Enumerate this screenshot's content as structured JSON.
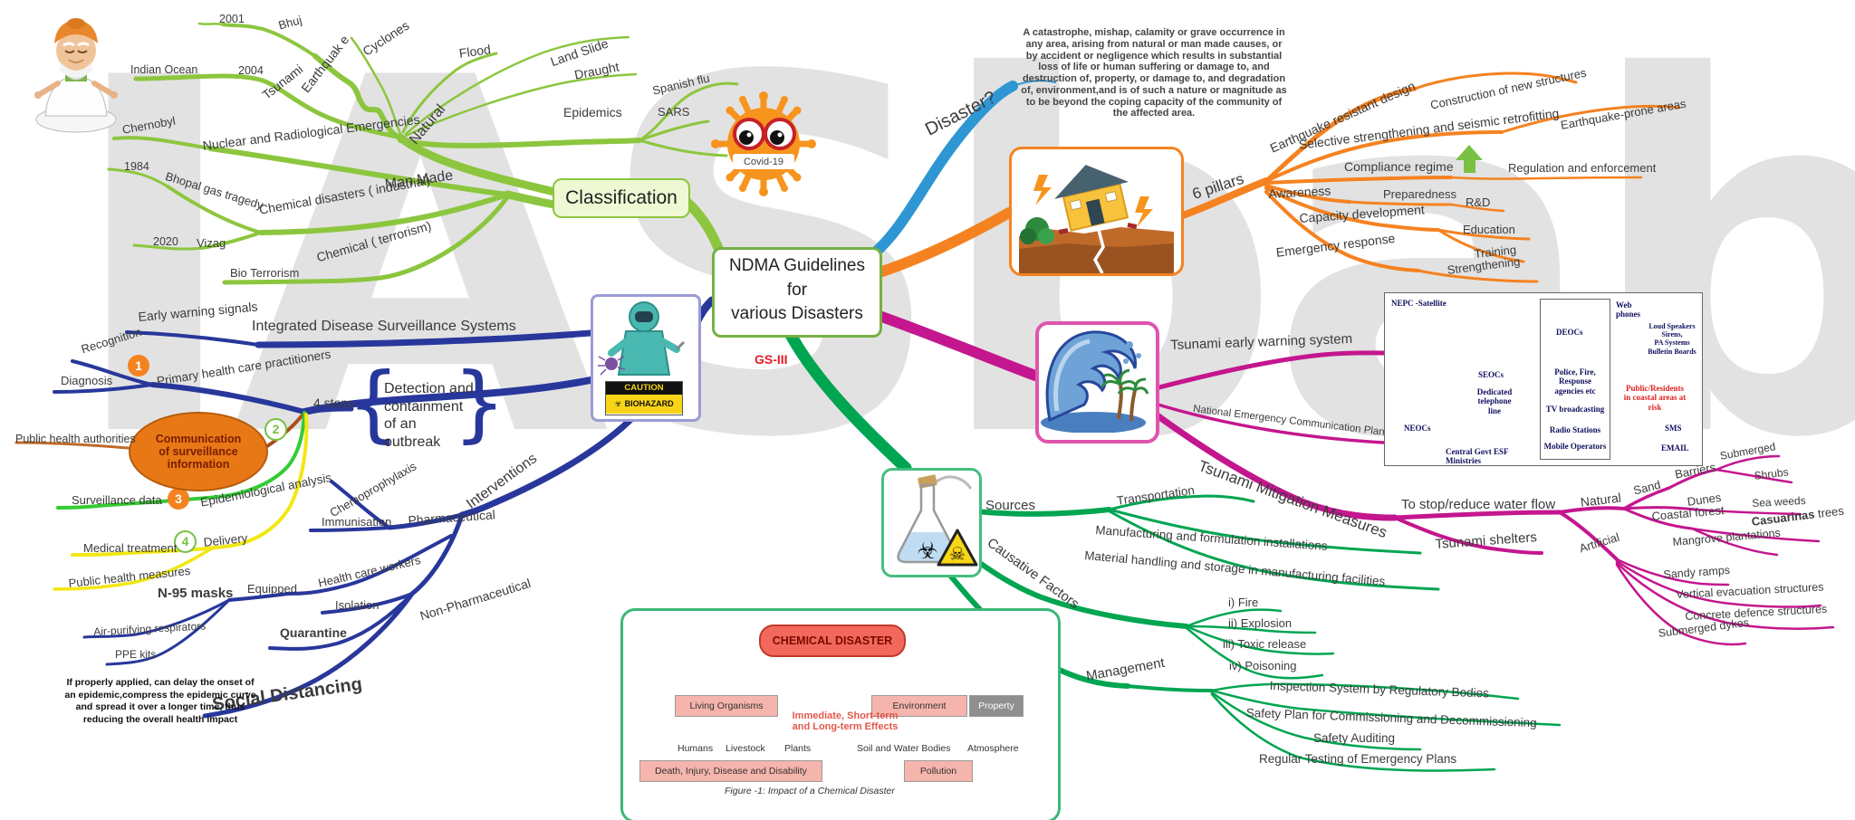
{
  "watermark": "IASbaba",
  "center": {
    "title": "NDMA Guidelines\nfor\nvarious Disasters",
    "tag": "GS-III"
  },
  "classification": {
    "label": "Classification",
    "natural": "Natural",
    "man_made": "Man Made"
  },
  "covid": {
    "label": "Covid-19"
  },
  "natural_branch": {
    "y2001": "2001",
    "bhuj": "Bhuj",
    "earthquake": "Earthquak e",
    "cyclones": "Cyclones",
    "flood": "Flood",
    "land_slide": "Land Slide",
    "draught": "Draught",
    "spanish_flu": "Spanish flu",
    "epidemics": "Epidemics",
    "sars": "SARS",
    "indian_ocean": "Indian Ocean",
    "y2004": "2004",
    "tsunami": "Tsunami"
  },
  "man_made_branch": {
    "chernobyl": "Chernobyl",
    "nuclear": "Nuclear and Radiological Emergencies",
    "y1984": "1984",
    "bhopal": "Bhopal gas tragedy",
    "chem_industrial": "Chemical disasters ( industrial)",
    "y2020": "2020",
    "vizag": "Vizag",
    "bio_terrorism": "Bio Terrorism",
    "chem_terrorism": "Chemical ( terrorism)"
  },
  "disaster": {
    "label": "Disaster?",
    "definition": "A catastrophe, mishap, calamity or grave occurrence in\nany area, arising from natural or man made causes, or\nby accident or negligence which results in substantial\nloss of life or human suffering or damage to, and\ndestruction of, property, or damage to, and degradation\nof, environment,and is of such a nature or magnitude as\nto be beyond the coping capacity of the community of\nthe affected area."
  },
  "earthquake_branch": {
    "six_pillars": "6 pillars",
    "resistant_design": "Earthquake resistant design",
    "construction": "Construction of new structures",
    "selective": "Selective strengthening and seismic retrofitting",
    "prone_areas": "Earthquake-prone areas",
    "compliance": "Compliance regime",
    "regulation": "Regulation and enforcement",
    "awareness": "Awareness",
    "preparedness": "Preparedness",
    "rnd": "R&D",
    "capacity": "Capacity development",
    "education": "Education",
    "emergency": "Emergency response",
    "training": "Training",
    "strengthening": "Strengthening"
  },
  "tsunami_branch": {
    "early_warning": "Tsunami early warning system",
    "necp": "National Emergency Communication Plan",
    "mitigation": "Tsunami Mitigation Measures",
    "stop_reduce": "To stop/reduce water flow",
    "shelters": "Tsunami shelters",
    "natural": "Natural",
    "sand": "Sand",
    "barriers": "Barriers",
    "submerged": "Submerged",
    "shrubs": "Shrubs",
    "dunes": "Dunes",
    "sea_weeds": "Sea weeds",
    "coastal_forest": "Coastal forest",
    "casuarinas": "Casuarinas",
    "casuarinas_suffix": " trees",
    "mangrove": "Mangrove plantations",
    "artificial": "Artificial",
    "sandy_ramps": "Sandy ramps",
    "vertical": "Vertical evacuation structures",
    "concrete": "Concrete defence structures",
    "dykes": "Submerged dykes"
  },
  "warning_diagram": {
    "nepc": "NEPC -Satellite",
    "seocs": "SEOCs",
    "neocs": "NEOCs",
    "dedicated": "Dedicated\ntelephone\nline",
    "central": "Central  Govt  ESF\nMinistries",
    "deocs": "DEOCs",
    "police": "Police, Fire,\nResponse\nagencies etc",
    "tv": "TV broadcasting",
    "radio": "Radio Stations",
    "mobile": "Mobile Operators",
    "web_phones": "Web\nphones",
    "loud": "Loud Speakers\nSirens,\nPA Systems\nBulletin Boards",
    "public": "Public/Residents\nin coastal areas at\nrisk",
    "sms": "SMS",
    "email": "EMAIL"
  },
  "chemical_branch": {
    "sources": "Sources",
    "transportation": "Transportation",
    "manufacturing": "Manufacturing and formulation installations",
    "material": "Material handling and storage in manufacturing facilities",
    "causative": "Causative Factors",
    "fire": "i) Fire",
    "explosion": "ii) Explosion",
    "toxic": "iii) Toxic release",
    "poisoning": "iv) Poisoning",
    "management": "Management",
    "inspection": "Inspection System by Regulatory Bodies",
    "safety_plan": "Safety Plan for Commissioning and Decommissioning",
    "auditing": "Safety Auditing",
    "testing": "Regular Testing of Emergency Plans"
  },
  "figure": {
    "title": "CHEMICAL DISASTER",
    "living": "Living Organisms",
    "environment": "Environment",
    "property": "Property",
    "effects": "Immediate, Short-term\nand Long-term Effects",
    "humans": "Humans",
    "livestock": "Livestock",
    "plants": "Plants",
    "death": "Death, Injury, Disease and Disability",
    "soil": "Soil and Water Bodies",
    "atmosphere": "Atmosphere",
    "pollution": "Pollution",
    "caption": "Figure -1: Impact of a Chemical Disaster"
  },
  "surveillance": {
    "idss": "Integrated Disease Surveillance Systems",
    "early_warning": "Early warning signals",
    "recognition": "Recognition",
    "diagnosis": "Diagnosis",
    "phc": "Primary health care practitioners",
    "four_steps": "4 steps",
    "detection": "Detection and\ncontainment\nof an\noutbreak",
    "n1": "1",
    "n2": "2",
    "n3": "3",
    "n4": "4",
    "ellipse": "Communication\nof surveillance\ninformation",
    "pha": "Public health authorities",
    "surveillance_data": "Surveillance data",
    "epidemiological": "Epidemiological analysis",
    "delivery": "Delivery",
    "medical": "Medical treatment",
    "public_health": "Public health measures",
    "n95": "N-95 masks",
    "equipped": "Equipped",
    "hcw": "Health care workers",
    "chemoprophylaxis": "Chemoprophylaxis",
    "immunisation": "Immunisation",
    "pharmaceutical": "Pharmaceutical",
    "interventions": "Interventions",
    "isolation": "Isolation",
    "non_pharma": "Non-Pharmaceutical",
    "quarantine": "Quarantine",
    "air_purifying": "Air-purifying respirators",
    "ppe": "PPE kits",
    "social": "Social Distancing",
    "note": "If properly applied, can delay the onset of\nan epidemic,compress the epidemic curve\nand spread it over a longer time, thus\nreducing the overall health impact"
  },
  "caution_sign": {
    "caution": "CAUTION",
    "biohazard": "BIOHAZARD"
  },
  "colors": {
    "light_green": "#8CC63E",
    "navy": "#28379B",
    "green": "#00A551",
    "orange": "#F58220",
    "blue": "#2E97D3",
    "magenta": "#C4168E",
    "ellipse_fill": "#E87816",
    "red": "#E31B23",
    "teal": "#2FA89A"
  }
}
